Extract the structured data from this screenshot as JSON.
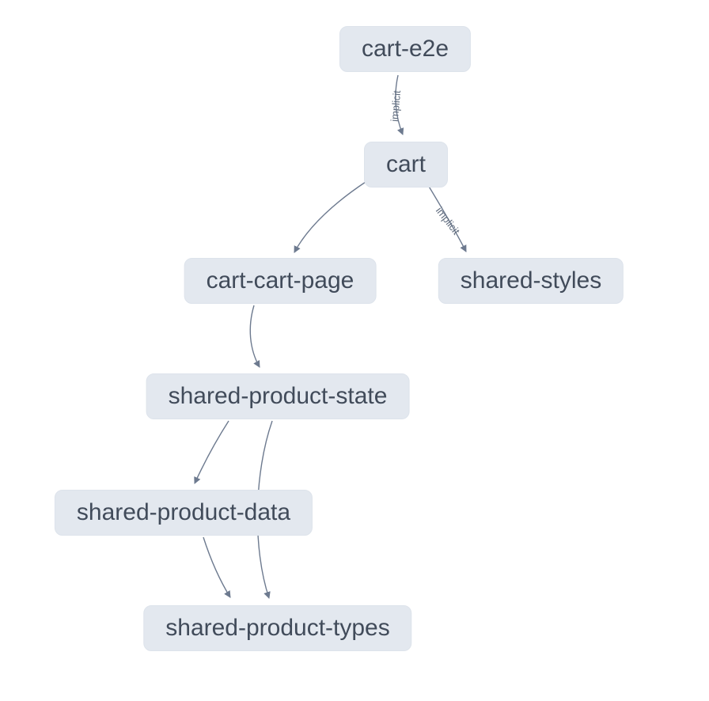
{
  "diagram": {
    "kind": "project-dependency-graph",
    "colors": {
      "background": "#ffffff",
      "node_fill": "#e3e8ef",
      "node_text": "#414b5a",
      "edge_stroke": "#6d7a8f",
      "edge_label_text": "#5f6b7d"
    },
    "nodes": [
      {
        "id": "cart-e2e",
        "label": "cart-e2e"
      },
      {
        "id": "cart",
        "label": "cart"
      },
      {
        "id": "cart-cart-page",
        "label": "cart-cart-page"
      },
      {
        "id": "shared-styles",
        "label": "shared-styles"
      },
      {
        "id": "shared-product-state",
        "label": "shared-product-state"
      },
      {
        "id": "shared-product-data",
        "label": "shared-product-data"
      },
      {
        "id": "shared-product-types",
        "label": "shared-product-types"
      }
    ],
    "edges": [
      {
        "from": "cart-e2e",
        "to": "cart",
        "label": "implicit"
      },
      {
        "from": "cart",
        "to": "cart-cart-page",
        "label": ""
      },
      {
        "from": "cart",
        "to": "shared-styles",
        "label": "implicit"
      },
      {
        "from": "cart-cart-page",
        "to": "shared-product-state",
        "label": ""
      },
      {
        "from": "shared-product-state",
        "to": "shared-product-data",
        "label": ""
      },
      {
        "from": "shared-product-state",
        "to": "shared-product-types",
        "label": ""
      },
      {
        "from": "shared-product-data",
        "to": "shared-product-types",
        "label": ""
      }
    ]
  }
}
